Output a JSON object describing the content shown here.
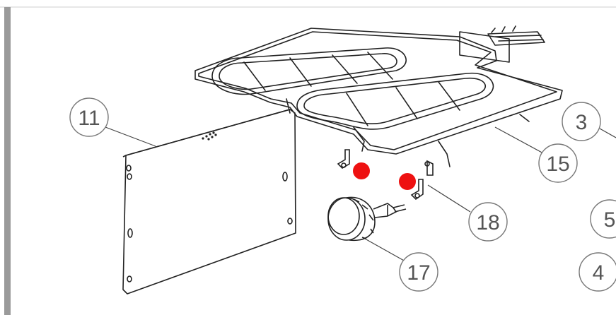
{
  "diagram": {
    "callouts": [
      {
        "id": "c11",
        "label": "11"
      },
      {
        "id": "c15",
        "label": "15"
      },
      {
        "id": "c17",
        "label": "17"
      },
      {
        "id": "c18",
        "label": "18"
      },
      {
        "id": "c3",
        "label": "3"
      },
      {
        "id": "c5",
        "label": "5"
      },
      {
        "id": "c4",
        "label": "4"
      }
    ],
    "colors": {
      "line": "#222222",
      "callout_stroke": "#777777",
      "callout_text": "#555555",
      "highlight": "#ee1111",
      "left_bar": "#9a9a9a",
      "top_border": "#cfcfcf"
    }
  }
}
